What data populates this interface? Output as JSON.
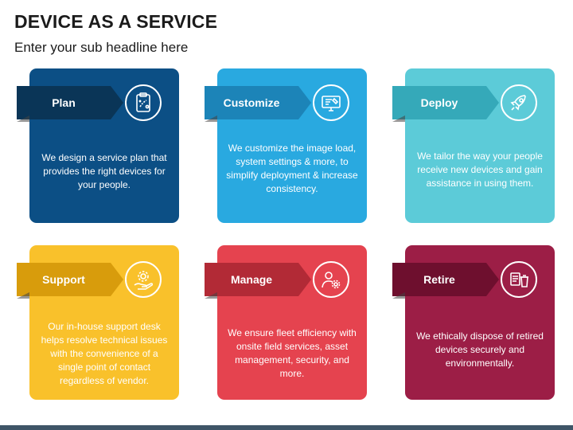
{
  "header": {
    "title": "DEVICE AS A SERVICE",
    "subtitle": "Enter your sub headline here"
  },
  "cards": [
    {
      "label": "Plan",
      "icon": "clipboard-strategy-icon",
      "color": "#0c4f85",
      "tab_color": "#0a3557",
      "description": "We design a service plan that provides the right devices for your people."
    },
    {
      "label": "Customize",
      "icon": "computer-settings-icon",
      "color": "#29a9e0",
      "tab_color": "#1c84b8",
      "description": "We customize the image load, system settings & more, to simplify deployment & increase consistency."
    },
    {
      "label": "Deploy",
      "icon": "rocket-icon",
      "color": "#5ccbd8",
      "tab_color": "#35a9b9",
      "description": "We tailor the way your people receive new devices and gain assistance in using them."
    },
    {
      "label": "Support",
      "icon": "hand-gear-icon",
      "color": "#f9c12b",
      "tab_color": "#d89c0c",
      "description": "Our in-house support desk helps resolve technical issues with the convenience of a single point of contact regardless of vendor."
    },
    {
      "label": "Manage",
      "icon": "person-gear-icon",
      "color": "#e5434f",
      "tab_color": "#b22a36",
      "description": "We ensure fleet efficiency with onsite field services, asset management, security, and more."
    },
    {
      "label": "Retire",
      "icon": "disposal-icon",
      "color": "#9c1e46",
      "tab_color": "#6e0f2e",
      "description": "We ethically dispose of retired devices securely and environmentally."
    }
  ]
}
